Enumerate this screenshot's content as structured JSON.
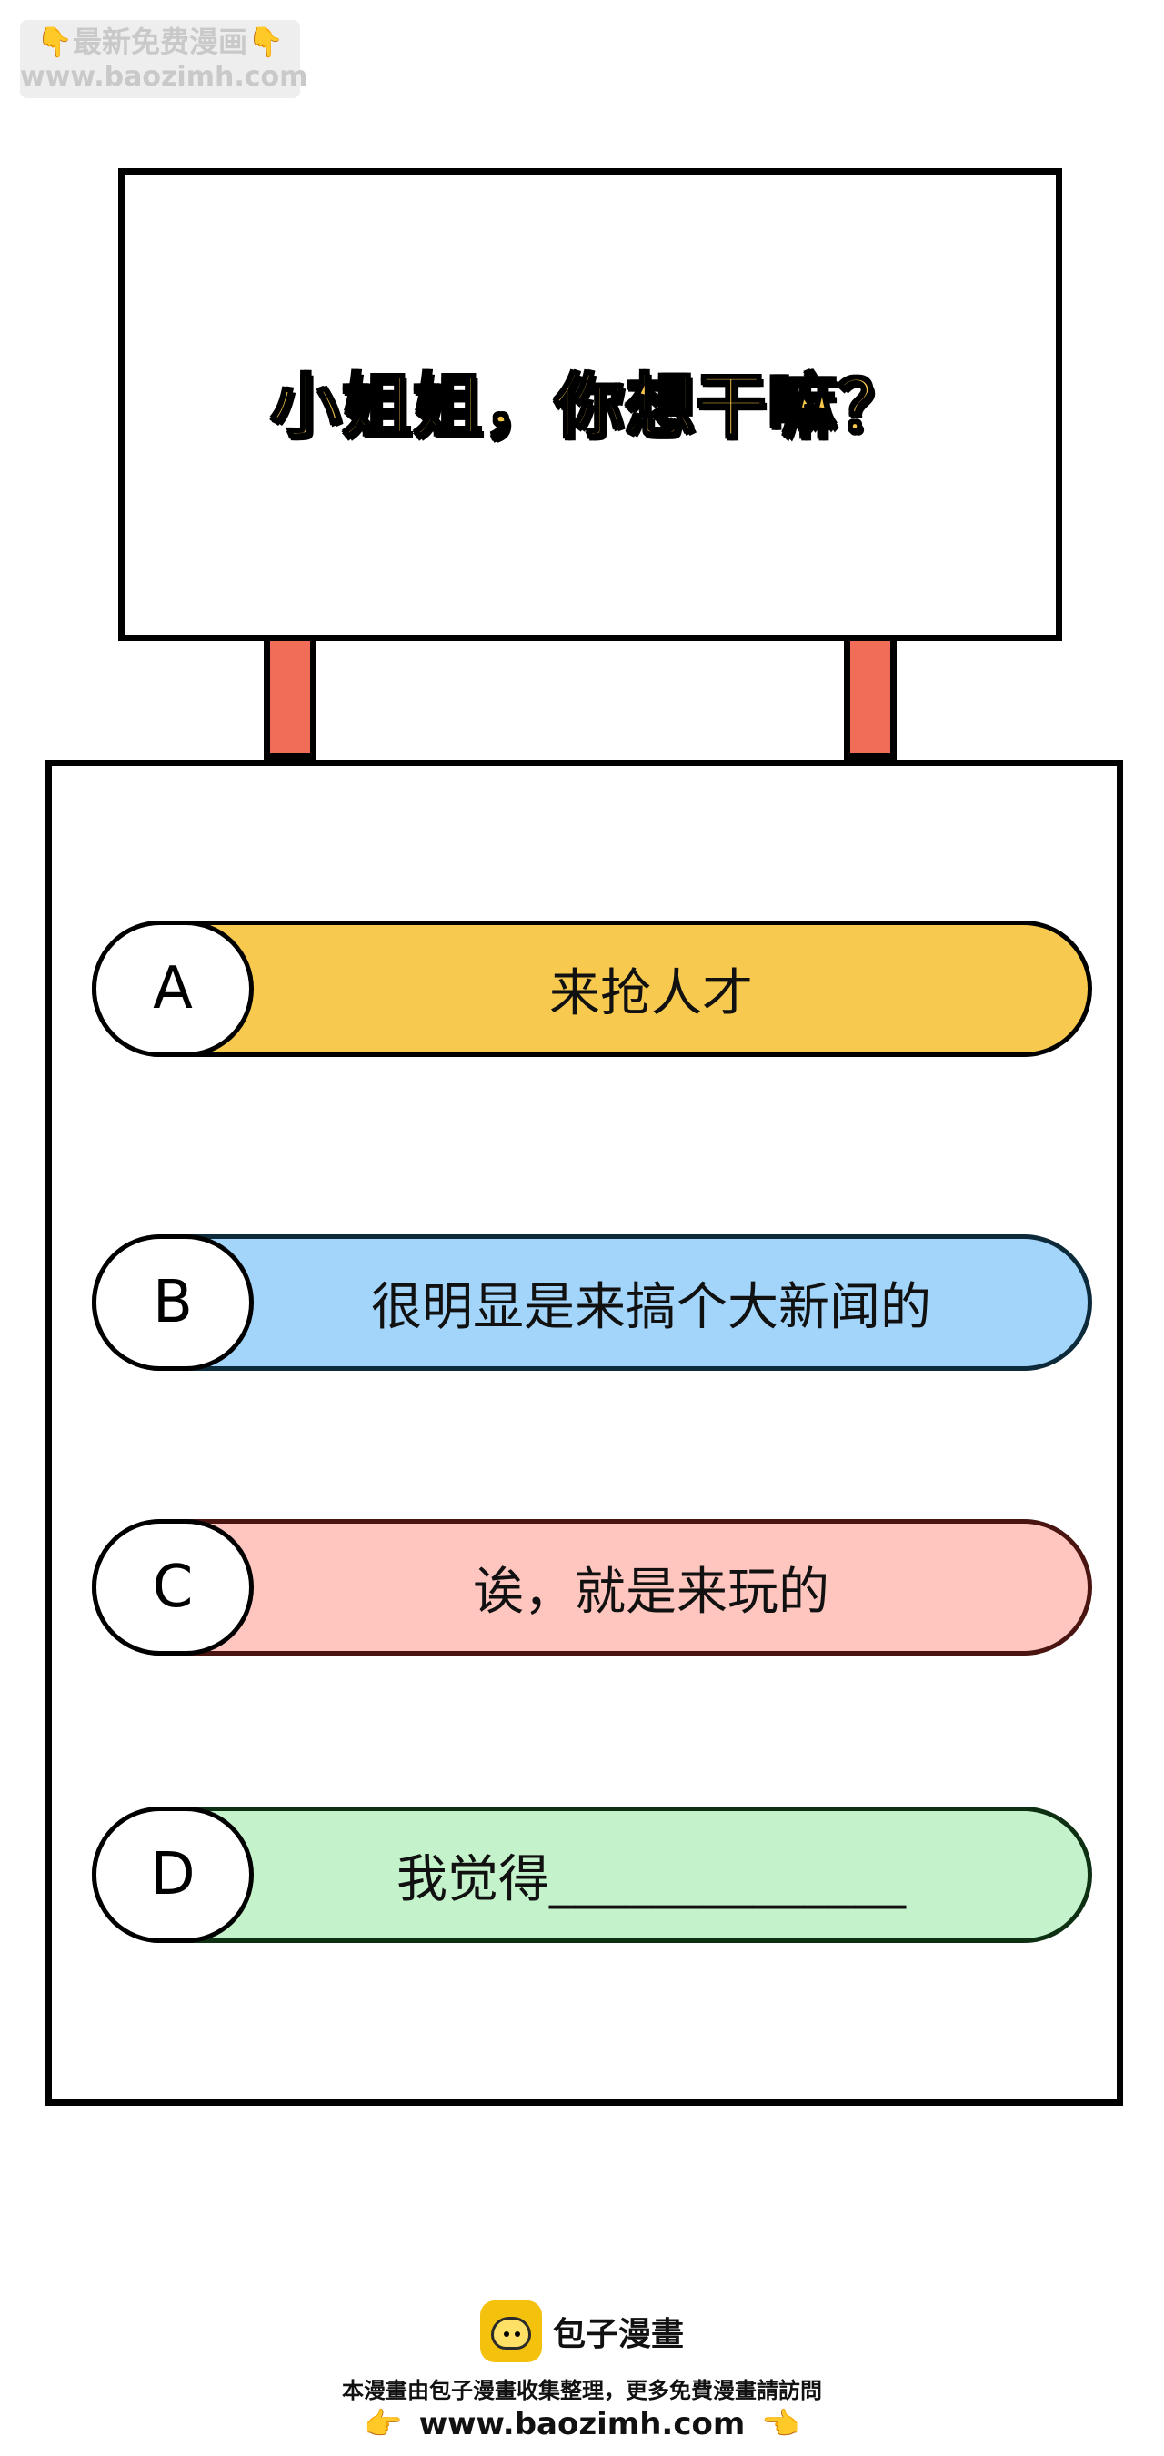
{
  "watermark": {
    "line1": "👇最新免费漫画👇",
    "line2": "www.baozimh.com"
  },
  "sign": {
    "title": "小姐姐，你想干嘛？"
  },
  "options": [
    {
      "letter": "A",
      "text": "来抢人才",
      "color": "#f7c94f",
      "border": "#000000"
    },
    {
      "letter": "B",
      "text": "很明显是来搞个大新闻的",
      "color": "#a3d5fb",
      "border": "#0d2a3a"
    },
    {
      "letter": "C",
      "text": "诶，就是来玩的",
      "color": "#fec6bf",
      "border": "#4a1410"
    },
    {
      "letter": "D",
      "text": "我觉得______________",
      "color": "#c4f3cb",
      "border": "#0d2f12"
    }
  ],
  "footer": {
    "logo_text": "包子漫畫",
    "description": "本漫畫由包子漫畫收集整理，更多免費漫畫請訪問",
    "url": "www.baozimh.com",
    "hand_left": "👉",
    "hand_right": "👈",
    "logo_color": "#f4c20d"
  }
}
